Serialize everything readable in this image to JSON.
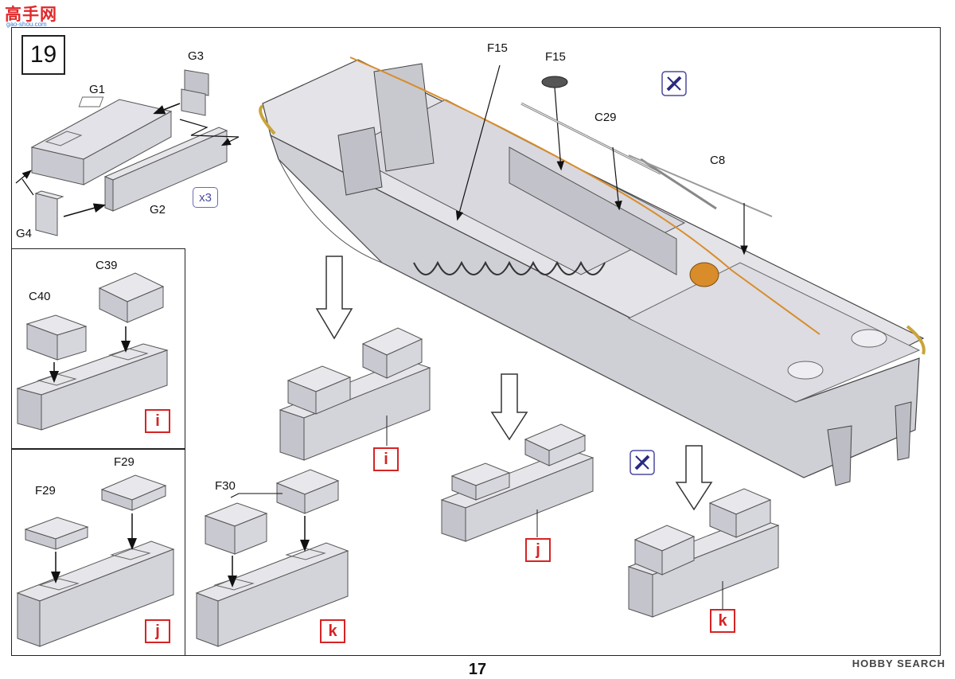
{
  "page": {
    "step_number": "19",
    "page_number": "17",
    "watermark_top": "高手网",
    "watermark_top_small": "gao-shou.com",
    "watermark_bottom": "HOBBY SEARCH"
  },
  "part_labels": {
    "g1": "G1",
    "g2": "G2",
    "g3": "G3",
    "g4": "G4",
    "qty": "x3",
    "c39": "C39",
    "c40": "C40",
    "f29a": "F29",
    "f29b": "F29",
    "f30": "F30",
    "f15a": "F15",
    "f15b": "F15",
    "c29": "C29",
    "c8": "C8"
  },
  "badges": {
    "panel_i": "i",
    "panel_j": "j",
    "panel_k": "k",
    "main_i": "i",
    "main_j": "j",
    "main_k": "k"
  },
  "icons": [
    "step-number-box",
    "no-glue-icon",
    "down-arrow-icon",
    "boat-hull-illustration",
    "part-block-illustration"
  ],
  "colors": {
    "part_fill": "#d9d9df",
    "part_shade": "#b9b9c2",
    "badge_red": "#d62424",
    "rope_orange": "#d98c2a",
    "frame": "#222222"
  }
}
